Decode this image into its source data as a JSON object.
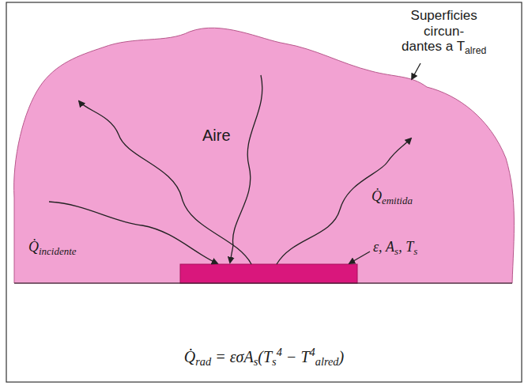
{
  "diagram": {
    "labels": [
      "Superficies circun- dantes a Talred",
      "Aire",
      "Q̇emitida",
      "Q̇incidente",
      "ε, As, Ts",
      "Q̇rad = εσAs(Ts4 − T4alred)"
    ]
  }
}
